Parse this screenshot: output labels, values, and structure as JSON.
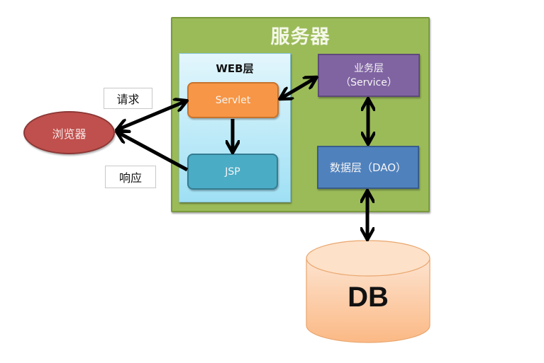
{
  "diagram": {
    "server": {
      "title": "服务器",
      "color": "#9bbb59"
    },
    "web_layer": {
      "title": "WEB层"
    },
    "servlet": {
      "label": "Servlet",
      "color": "#f79646"
    },
    "jsp": {
      "label": "JSP",
      "color": "#4bacc6"
    },
    "service_layer": {
      "label_line1": "业务层",
      "label_line2": "（Service）",
      "color": "#8064a2"
    },
    "dao_layer": {
      "label": "数据层（DAO）",
      "color": "#4f81bd"
    },
    "browser": {
      "label": "浏览器",
      "color": "#c0504d"
    },
    "request_label": "请求",
    "response_label": "响应",
    "database": {
      "label": "DB",
      "color": "#fac090"
    },
    "edges": [
      {
        "from": "browser",
        "to": "servlet",
        "label": "请求",
        "direction": "both"
      },
      {
        "from": "jsp",
        "to": "browser",
        "label": "响应",
        "direction": "forward"
      },
      {
        "from": "servlet",
        "to": "jsp",
        "direction": "forward"
      },
      {
        "from": "servlet",
        "to": "service_layer",
        "direction": "both"
      },
      {
        "from": "service_layer",
        "to": "dao_layer",
        "direction": "both"
      },
      {
        "from": "dao_layer",
        "to": "database",
        "direction": "both"
      }
    ]
  }
}
